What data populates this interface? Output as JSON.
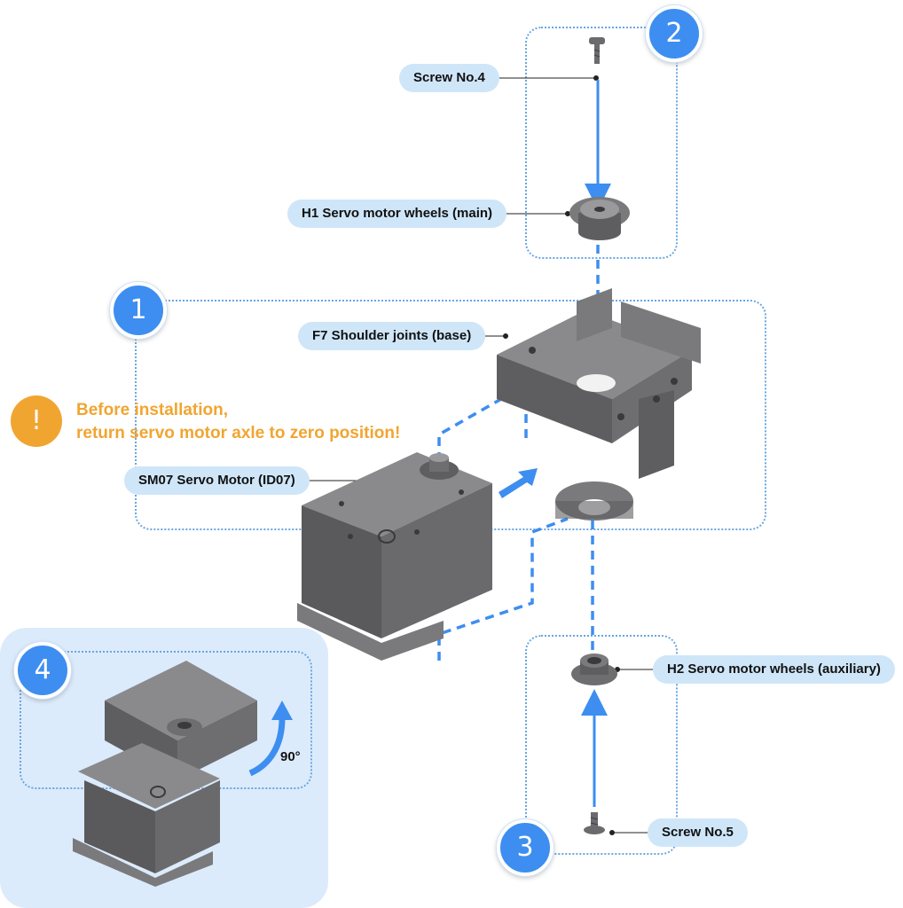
{
  "steps": {
    "one": "1",
    "two": "2",
    "three": "3",
    "four": "4"
  },
  "labels": {
    "screw4": "Screw No.4",
    "h1_wheel": "H1 Servo motor wheels (main)",
    "f7_joint": "F7 Shoulder joints (base)",
    "sm07_motor": "SM07 Servo Motor (ID07)",
    "h2_wheel": "H2 Servo motor wheels (auxiliary)",
    "screw5": "Screw No.5"
  },
  "warning": {
    "icon": "!",
    "line1": "Before installation,",
    "line2": "return servo motor axle to zero position!"
  },
  "rotation": {
    "angle": "90°"
  },
  "colors": {
    "accent": "#3d8ef0",
    "warning": "#f1a531",
    "label_bg": "#cfe6f9",
    "panel_bg": "#dcebfb",
    "part": "#6b6b6d"
  }
}
